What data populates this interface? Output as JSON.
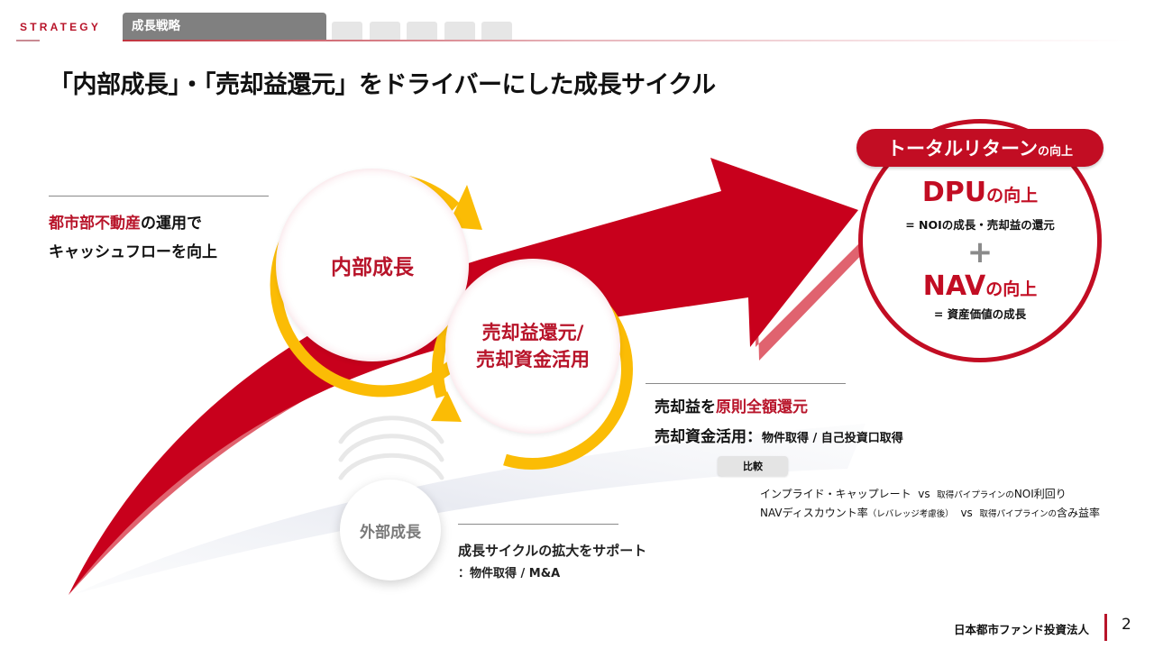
{
  "header": {
    "section_label": "STRATEGY",
    "active_tab": "成長戦略",
    "inactive_tab_count": 5
  },
  "title": "「内部成長」・「売却益還元」をドライバーにした成長サイクル",
  "left_note": {
    "line1_red": "都市部不動産",
    "line1_rest": "の運用で",
    "line2": "キャッシュフローを向上"
  },
  "cycle": {
    "internal_growth": "内部成長",
    "sale_return_line1": "売却益還元/",
    "sale_return_line2": "売却資金活用"
  },
  "target": {
    "pill_main": "トータルリターン",
    "pill_sub": "の向上",
    "dpu_big": "DPU",
    "dpu_suffix": "の向上",
    "dpu_desc": "= NOIの成長・売却益の還元",
    "plus": "+",
    "nav_big": "NAV",
    "nav_suffix": "の向上",
    "nav_desc": "= 資産価値の成長"
  },
  "sale_policy": {
    "line1_prefix": "売却益を",
    "line1_red": "原則全額還元",
    "line2_prefix": "売却資金活用：",
    "line2_detail": "物件取得 / 自己投資口取得",
    "compare_label": "比較",
    "compare_rows": [
      {
        "a": "インプライド・キャップレート",
        "a_small": "",
        "vs": "vs",
        "b_small": "取得パイプラインの",
        "b": "NOI利回り"
      },
      {
        "a": "NAVディスカウント率",
        "a_small": "（レバレッジ考慮後）",
        "vs": "vs",
        "b_small": "取得パイプラインの",
        "b": "含み益率"
      }
    ]
  },
  "external": {
    "label": "外部成長",
    "line1": "成長サイクルの拡大をサポート",
    "line2": "：物件取得 / M&A"
  },
  "footer": {
    "org": "日本都市ファンド投資法人",
    "page": "2"
  },
  "colors": {
    "brand_red": "#c20d23",
    "yellow": "#fbbc05",
    "tab_gray": "#808080"
  }
}
